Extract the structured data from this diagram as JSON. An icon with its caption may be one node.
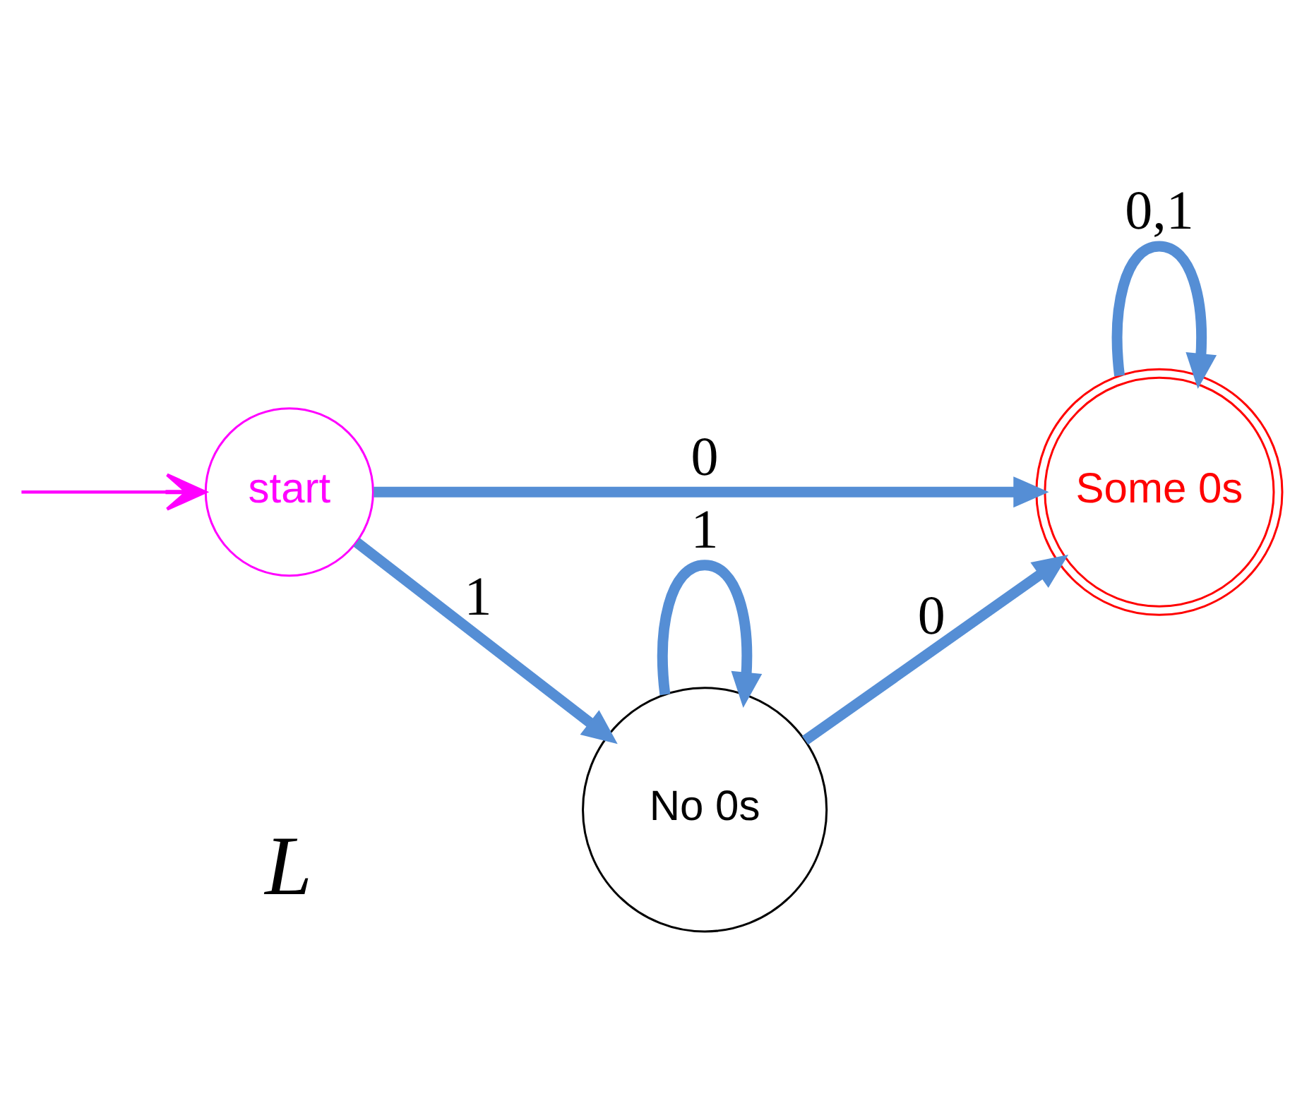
{
  "diagram": {
    "nodes": [
      {
        "text": [
          "Some 0s"
        ]
      },
      {
        "text": [
          "start"
        ]
      },
      {
        "text": [
          "No 0s"
        ]
      }
    ],
    "edges": [
      {
        "from": null,
        "to": 1,
        "arrow": "to",
        "color": "#ff00ff"
      },
      {
        "from": 1,
        "to": 0,
        "arrow": "to",
        "label": "0"
      },
      {
        "from": 1,
        "to": 2,
        "arrow": "to",
        "label": "1"
      },
      {
        "from": 2,
        "to": 0,
        "arrow": "to",
        "label": "0"
      },
      {
        "from": 0,
        "to": 0,
        "arrow": "to",
        "label": "0,1"
      },
      {
        "from": 2,
        "to": 2,
        "arrow": "to",
        "label": "1"
      }
    ],
    "labels": [
      "L"
    ]
  }
}
